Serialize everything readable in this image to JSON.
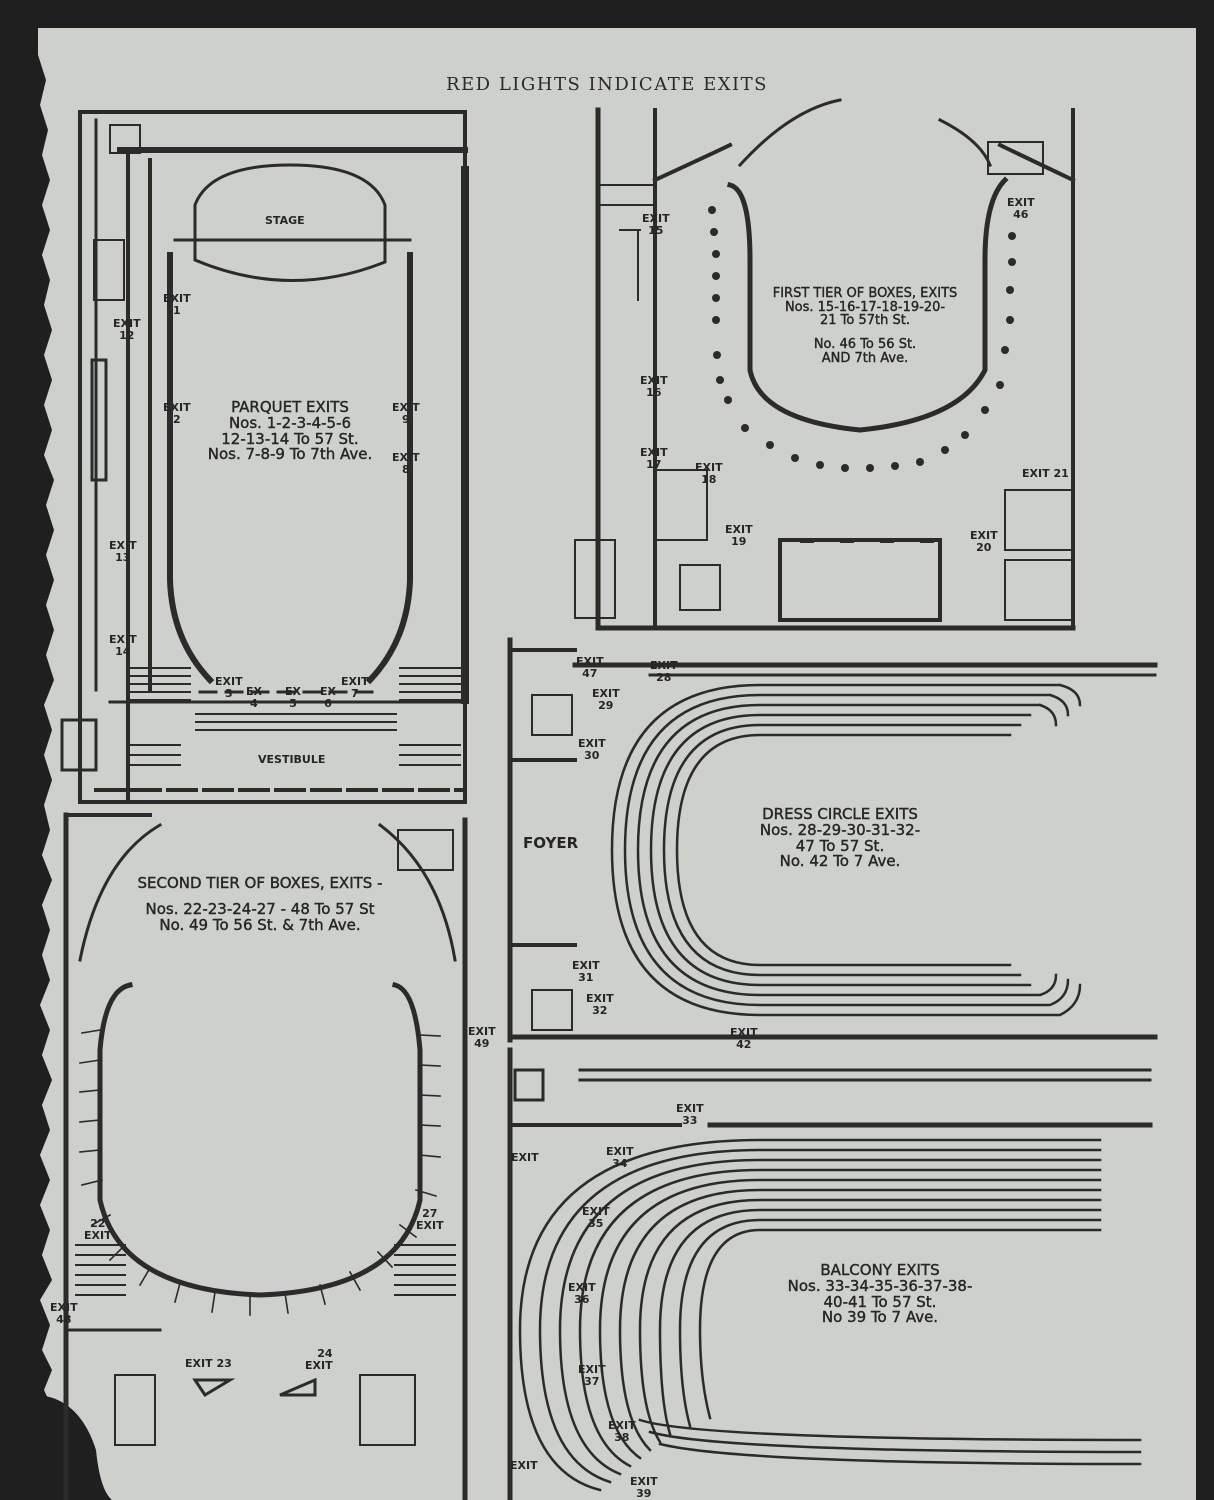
{
  "header": "RED LIGHTS INDICATE EXITS",
  "parquet": {
    "stage": "STAGE",
    "vestibule": "VESTIBULE",
    "title": [
      "PARQUET EXITS",
      "Nos. 1-2-3-4-5-6",
      "12-13-14 To 57 St.",
      "Nos. 7-8-9 To 7th Ave."
    ],
    "exits": [
      {
        "id": "1",
        "label": "EXIT"
      },
      {
        "id": "2",
        "label": "EXIT"
      },
      {
        "id": "3",
        "label": "EXIT"
      },
      {
        "id": "4",
        "label": "EX"
      },
      {
        "id": "5",
        "label": "EX"
      },
      {
        "id": "6",
        "label": "EX"
      },
      {
        "id": "7",
        "label": "EXIT"
      },
      {
        "id": "8",
        "label": "EXIT"
      },
      {
        "id": "9",
        "label": "EXIT"
      },
      {
        "id": "12",
        "label": "EXIT"
      },
      {
        "id": "13",
        "label": "EXIT"
      },
      {
        "id": "14",
        "label": "EXIT"
      }
    ]
  },
  "first_tier": {
    "title": [
      "FIRST TIER OF BOXES, EXITS",
      "Nos. 15-16-17-18-19-20-",
      "21 To 57th St.",
      "No. 46 To 56 St.",
      "AND 7th Ave."
    ],
    "exits": [
      "15",
      "16",
      "17",
      "18",
      "19",
      "20",
      "21",
      "46"
    ],
    "exit_label": "EXIT"
  },
  "dress_circle": {
    "foyer": "FOYER",
    "title": [
      "DRESS CIRCLE EXITS",
      "Nos. 28-29-30-31-32-",
      "47 To 57 St.",
      "No. 42 To 7 Ave."
    ],
    "exits": [
      "47",
      "28",
      "29",
      "30",
      "31",
      "32",
      "42"
    ],
    "exit_label": "EXIT"
  },
  "second_tier": {
    "title": [
      "SECOND TIER OF BOXES, EXITS -",
      "Nos. 22-23-24-27 - 48 To 57 St",
      "No. 49 To 56 St. & 7th Ave."
    ],
    "exits": [
      "22",
      "23",
      "24",
      "27",
      "48",
      "49"
    ],
    "exit_label": "EXIT"
  },
  "balcony": {
    "title": [
      "BALCONY EXITS",
      "Nos. 33-34-35-36-37-38-",
      "40-41 To 57 St.",
      "No 39 To 7 Ave."
    ],
    "exits": [
      "33",
      "34",
      "35",
      "36",
      "37",
      "38",
      "39"
    ],
    "exit_label": "EXIT"
  }
}
